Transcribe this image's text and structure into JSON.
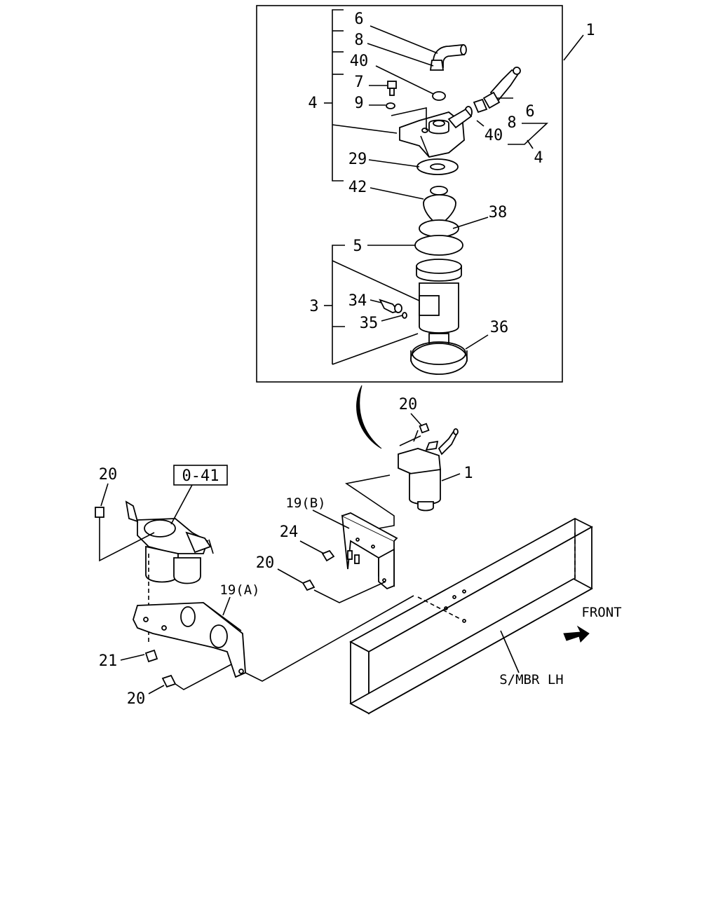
{
  "callouts": {
    "c6_top": "6",
    "c8_top": "8",
    "c40_top": "40",
    "c7": "7",
    "c9": "9",
    "c4_left": "4",
    "c29": "29",
    "c42": "42",
    "c38": "38",
    "c5": "5",
    "c3": "3",
    "c34": "34",
    "c35": "35",
    "c36": "36",
    "c1_top": "1",
    "c6_right": "6",
    "c8_right": "8",
    "c40_right": "40",
    "c4_right": "4",
    "c20_a": "20",
    "c1_mid": "1",
    "c20_b": "20",
    "c19b": "19(B)",
    "c24": "24",
    "c20_c": "20",
    "c19a": "19(A)",
    "c21": "21",
    "c20_d": "20"
  },
  "reference_box": "0-41",
  "front_label": "FRONT",
  "member_label": "S/MBR LH"
}
